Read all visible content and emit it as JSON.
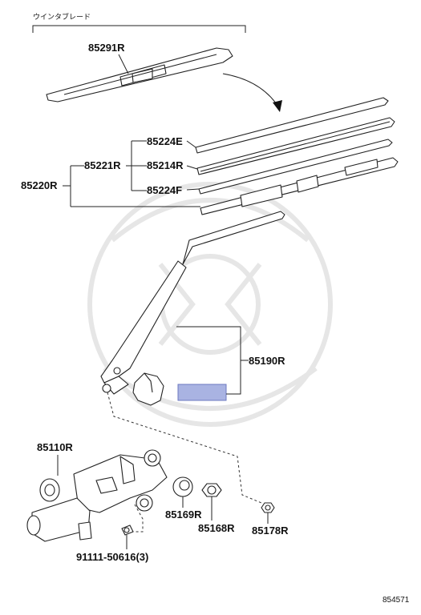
{
  "title": "ウインタブレード",
  "parts": {
    "blade_assembly": "85291R",
    "rubber_upper": "85224E",
    "rubber_sub": "85221R",
    "rubber_middle": "85214R",
    "rubber_lower": "85224F",
    "blade_rubber_assy": "85220R",
    "arm": "85190R",
    "motor": "85110R",
    "bolt": "91111-50616(3)",
    "grommet": "85169R",
    "nut_cushion": "85168R",
    "nut": "85178R"
  },
  "diagram_id": "854571",
  "highlight_color": "#a9b3e2"
}
